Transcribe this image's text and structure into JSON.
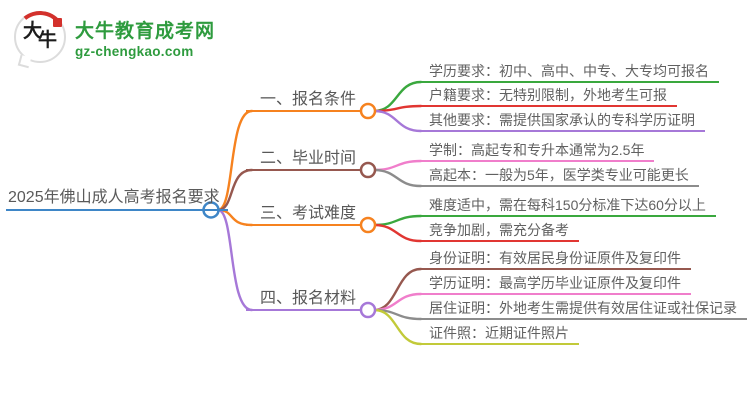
{
  "logo": {
    "badge_char1": "大",
    "badge_char2": "牛",
    "site_name": "大牛教育成考网",
    "site_url": "gz-chengkao.com",
    "brand_green": "#2e9b3e",
    "brand_red": "#d3312c"
  },
  "mindmap": {
    "root": {
      "label": "2025年佛山成人高考报名要求",
      "color": "#3e86c7"
    },
    "branches": [
      {
        "label": "一、报名条件",
        "color": "#f6821f",
        "leaves": [
          {
            "label": "学历要求：初中、高中、中专、大专均可报名",
            "color": "#3aa83e"
          },
          {
            "label": "户籍要求：无特别限制，外地考生可报",
            "color": "#e13632"
          },
          {
            "label": "其他要求：需提供国家承认的专科学历证明",
            "color": "#a678d8"
          }
        ]
      },
      {
        "label": "二、毕业时间",
        "color": "#96584f",
        "leaves": [
          {
            "label": "学制：高起专和专升本通常为2.5年",
            "color": "#f07ecb"
          },
          {
            "label": "高起本：一般为5年，医学类专业可能更长",
            "color": "#8c8c8c"
          }
        ]
      },
      {
        "label": "三、考试难度",
        "color": "#f6821f",
        "leaves": [
          {
            "label": "难度适中，需在每科150分标准下达60分以上",
            "color": "#3aa83e"
          },
          {
            "label": "竞争加剧，需充分备考",
            "color": "#e13632"
          }
        ]
      },
      {
        "label": "四、报名材料",
        "color": "#a678d8",
        "leaves": [
          {
            "label": "身份证明：有效居民身份证原件及复印件",
            "color": "#96584f"
          },
          {
            "label": "学历证明：最高学历毕业证原件及复印件",
            "color": "#f07ecb"
          },
          {
            "label": "居住证明：外地考生需提供有效居住证或社保记录",
            "color": "#8c8c8c"
          },
          {
            "label": "证件照：近期证件照片",
            "color": "#c2ca39"
          }
        ]
      }
    ]
  }
}
